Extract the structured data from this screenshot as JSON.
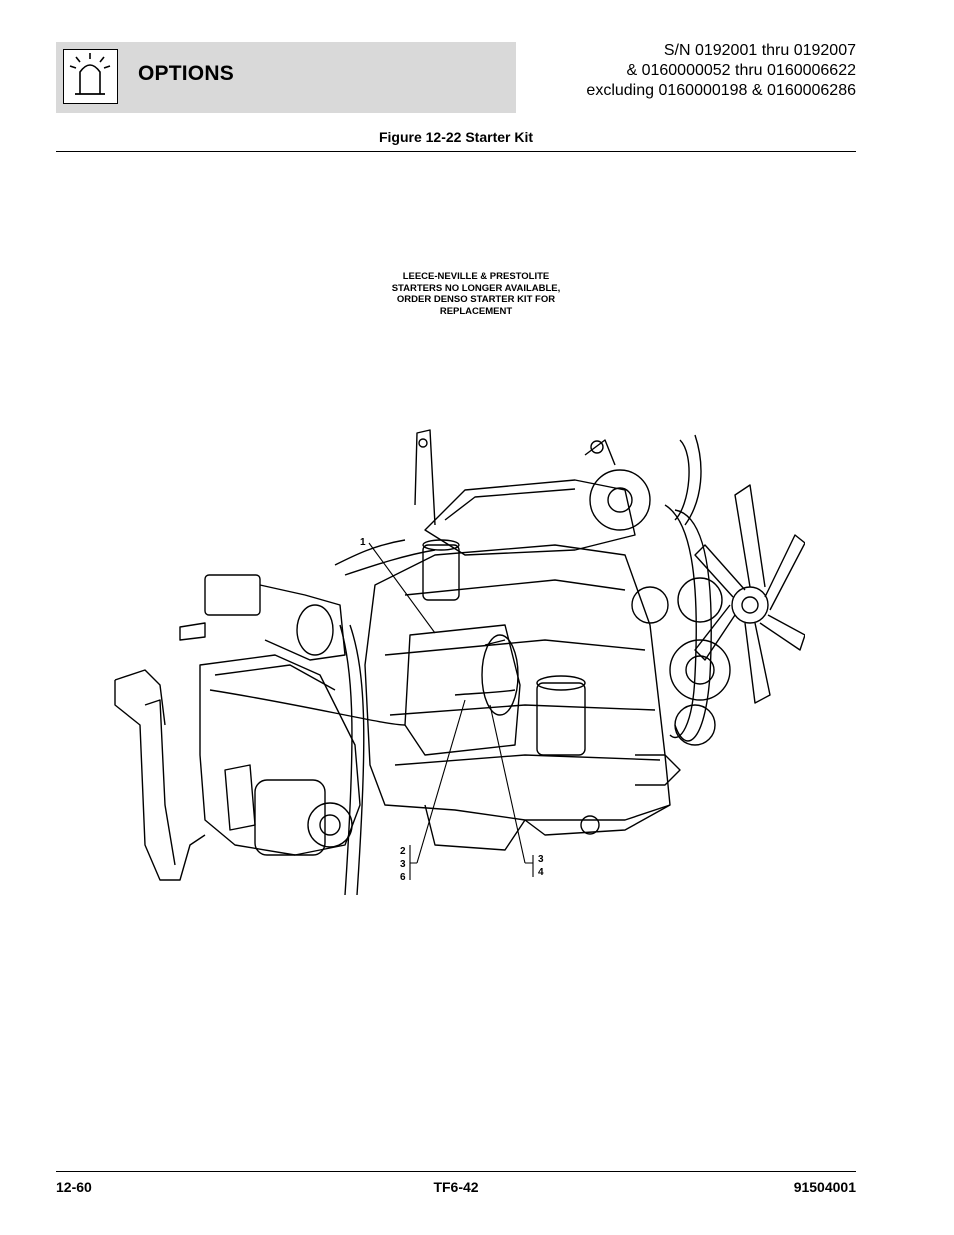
{
  "header": {
    "section_title": "OPTIONS",
    "icon": "beacon-light-icon",
    "serial_lines": [
      "S/N 0192001 thru 0192007",
      "& 0160000052 thru 0160006622",
      "excluding 0160000198 & 0160006286"
    ]
  },
  "figure": {
    "title": "Figure 12-22 Starter Kit",
    "note_lines": [
      "LEECE-NEVILLE & PRESTOLITE",
      "STARTERS NO LONGER AVAILABLE,",
      "ORDER DENSO STARTER KIT FOR",
      "REPLACEMENT"
    ],
    "callouts": {
      "item_1": "1",
      "group_left": [
        "2",
        "3",
        "6"
      ],
      "group_right": [
        "3",
        "4"
      ]
    }
  },
  "footer": {
    "page_number": "12-60",
    "model": "TF6-42",
    "document_number": "91504001"
  }
}
